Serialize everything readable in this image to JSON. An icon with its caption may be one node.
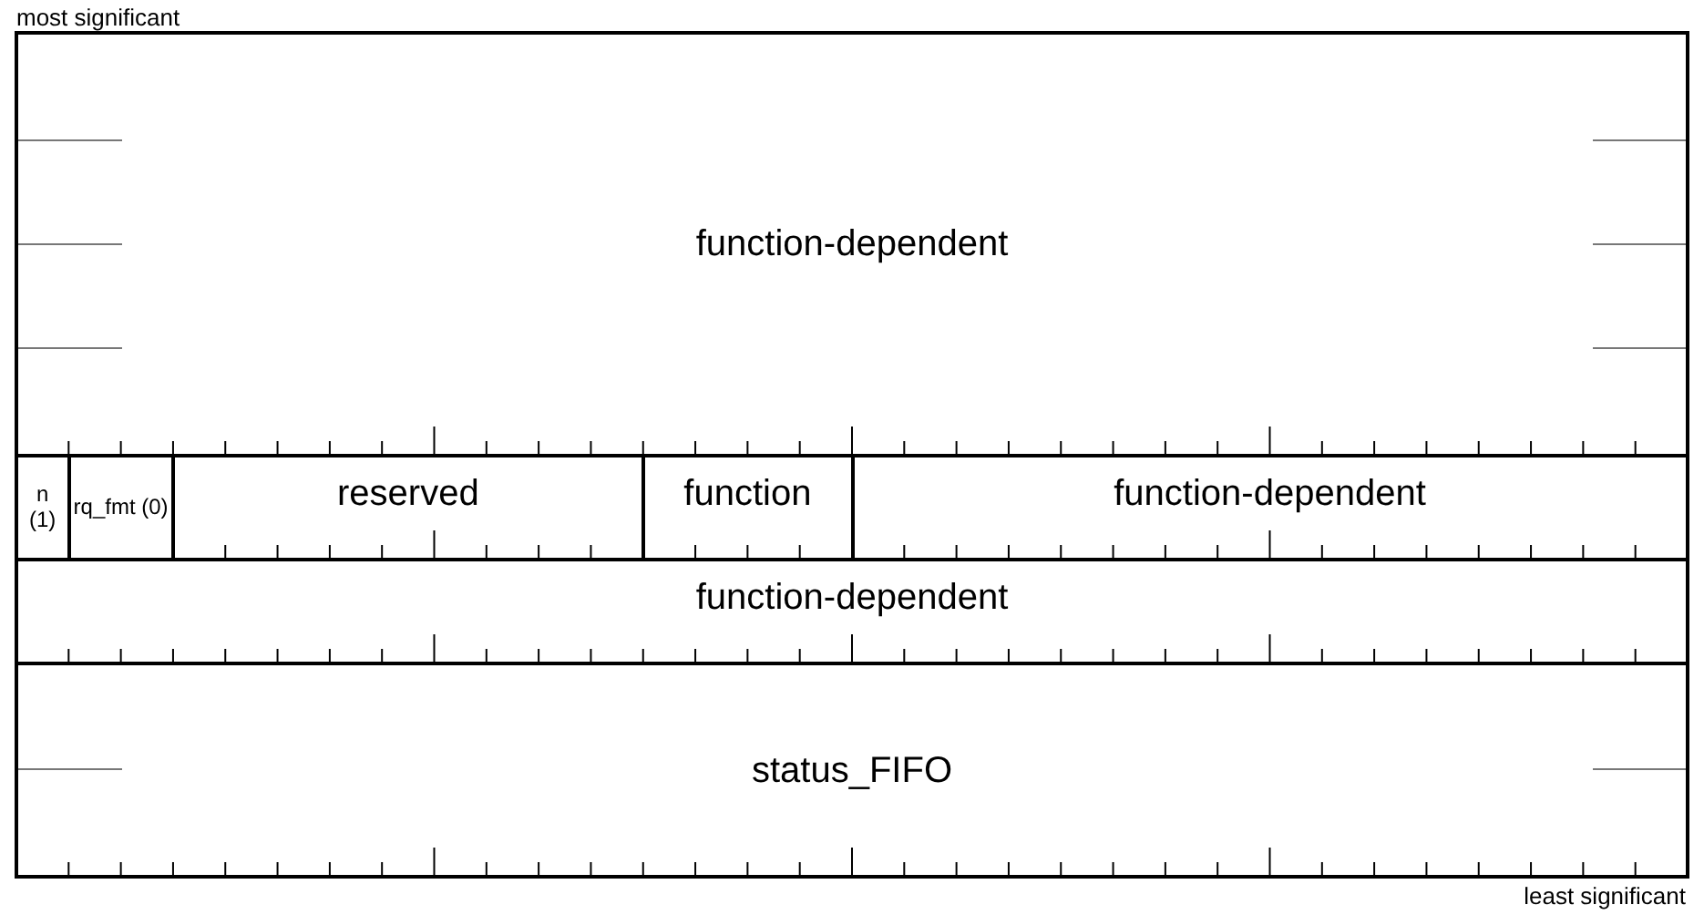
{
  "diagram": {
    "nodes": [
      {
        "text": [
          "function-dependent"
        ]
      },
      {
        "text": [
          "n (1)"
        ]
      },
      {
        "text": [
          "rq_fmt (0)"
        ]
      },
      {
        "text": [
          "reserved"
        ]
      },
      {
        "text": [
          "function"
        ]
      },
      {
        "text": [
          "function-dependent"
        ]
      },
      {
        "text": [
          "function-dependent"
        ]
      },
      {
        "text": [
          "status_FIFO"
        ]
      }
    ],
    "edges": [],
    "labels": [
      "most significant",
      "least significant"
    ]
  }
}
